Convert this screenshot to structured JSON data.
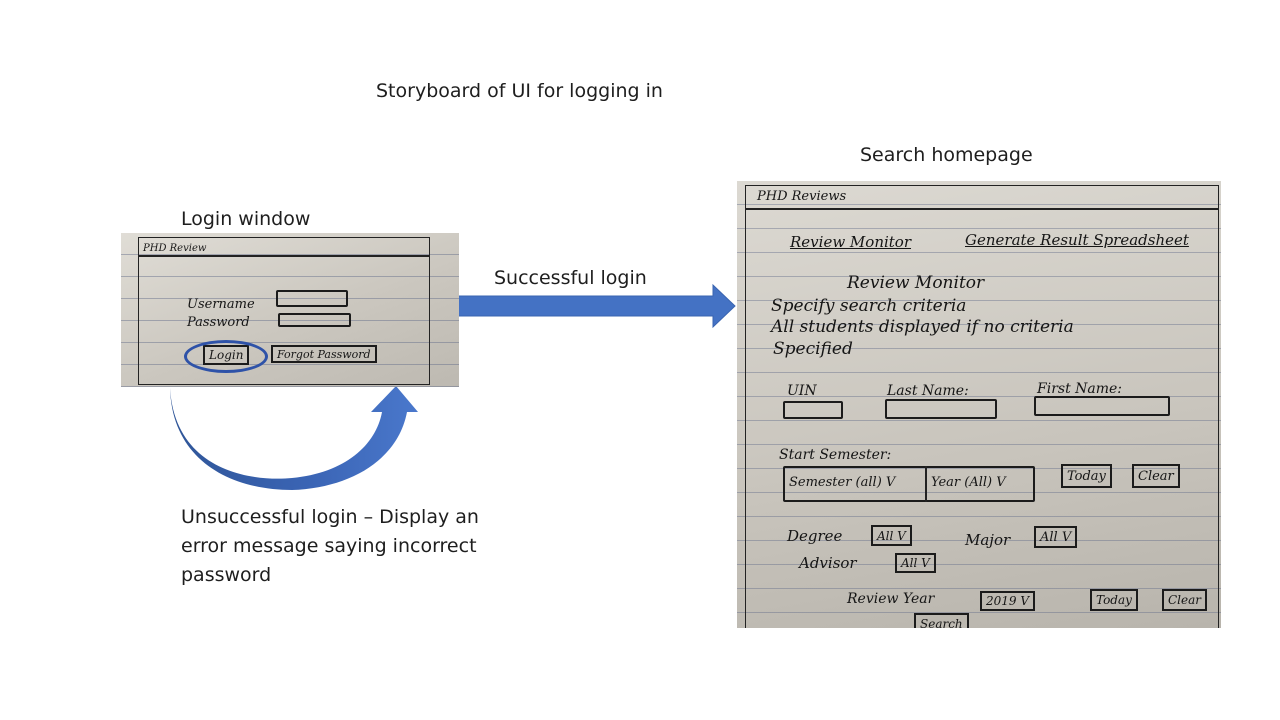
{
  "storyboard": {
    "title": "Storyboard of UI for logging in",
    "login_window_label": "Login window",
    "search_homepage_label": "Search homepage",
    "success_transition_label": "Successful login",
    "failure_transition_label": "Unsuccessful login – Display an error message saying incorrect password"
  },
  "login_sketch": {
    "app_title": "PHD Review",
    "username_label": "Username",
    "password_label": "Password",
    "login_button": "Login",
    "forgot_password_button": "Forgot Password"
  },
  "search_sketch": {
    "app_title": "PHD Reviews",
    "nav_review_monitor": "Review Monitor",
    "nav_generate_spreadsheet": "Generate Result Spreadsheet",
    "section_heading": "Review Monitor",
    "instruction_line1": "Specify search criteria",
    "instruction_line2": "All students displayed if no criteria",
    "instruction_line3": "Specified",
    "uin_label": "UIN",
    "last_name_label": "Last Name:",
    "first_name_label": "First Name:",
    "start_semester_label": "Start Semester:",
    "semester_select": "Semester (all) V",
    "year_select": "Year (All) V",
    "today_button": "Today",
    "clear_button": "Clear",
    "degree_label": "Degree",
    "degree_select": "All V",
    "major_label": "Major",
    "major_select": "All V",
    "advisor_label": "Advisor",
    "advisor_select": "All V",
    "review_year_label": "Review Year",
    "review_year_select": "2019 V",
    "review_today_button": "Today",
    "review_clear_button": "Clear",
    "search_button": "Search"
  },
  "colors": {
    "arrow_fill": "#4472c4",
    "arrow_dark": "#2f5597",
    "highlight_circle": "#2e52a8"
  }
}
